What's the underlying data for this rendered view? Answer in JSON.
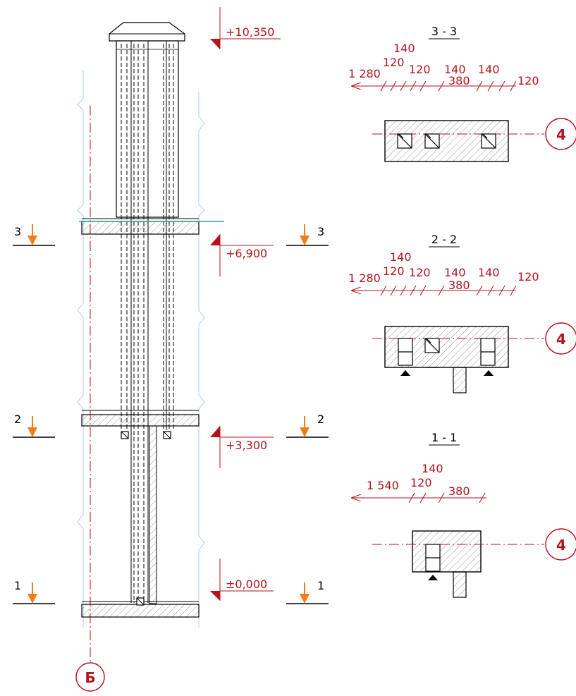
{
  "elevation_marks": {
    "top": "+10,350",
    "floor3": "+6,900",
    "floor2": "+3,300",
    "ground": "±0,000"
  },
  "cut_labels": {
    "cut1": "1",
    "cut2": "2",
    "cut3": "3"
  },
  "axis_labels": {
    "main": "Б",
    "section": "4"
  },
  "section_3": {
    "title": "3 - 3",
    "dims": {
      "total": "1 280",
      "a": "140",
      "b": "120",
      "c": "120",
      "d": "140",
      "e": "380",
      "f": "140",
      "g": "120"
    }
  },
  "section_2": {
    "title": "2 - 2",
    "dims": {
      "total": "1 280",
      "a": "140",
      "b": "120",
      "c": "120",
      "d": "140",
      "e": "380",
      "f": "140",
      "g": "120"
    }
  },
  "section_1": {
    "title": "1 - 1",
    "dims": {
      "total": "1 540",
      "a": "140",
      "b": "120",
      "e": "380"
    }
  },
  "colors": {
    "dimension": "#b5121b",
    "cut_arrow": "#f07d1a",
    "ghost_wall": "#a9d0ea",
    "highlight_line": "#2aa89a",
    "linework": "#000000"
  }
}
